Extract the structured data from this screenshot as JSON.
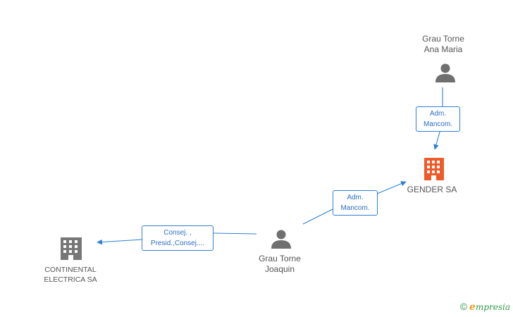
{
  "nodes": {
    "person_ana": {
      "line1": "Grau Torne",
      "line2": "Ana Maria"
    },
    "person_joaquin": {
      "line1": "Grau Torne",
      "line2": "Joaquin"
    },
    "company_gender": {
      "name": "GENDER SA",
      "color": "#f05a28"
    },
    "company_continental": {
      "line1": "CONTINENTAL",
      "line2": "ELECTRICA SA",
      "color": "#777777"
    }
  },
  "edges": {
    "ana_to_gender": {
      "line1": "Adm.",
      "line2": "Mancom."
    },
    "joaquin_to_gender": {
      "line1": "Adm.",
      "line2": "Mancom."
    },
    "joaquin_to_continental": {
      "line1": "Consej. ,",
      "line2": "Presid.,Consej...."
    }
  },
  "colors": {
    "edge": "#2f7fd6",
    "person_icon": "#6f6f6f"
  },
  "footer": {
    "symbol": "©",
    "brand_initial": "e",
    "brand_rest": "mpresia"
  }
}
